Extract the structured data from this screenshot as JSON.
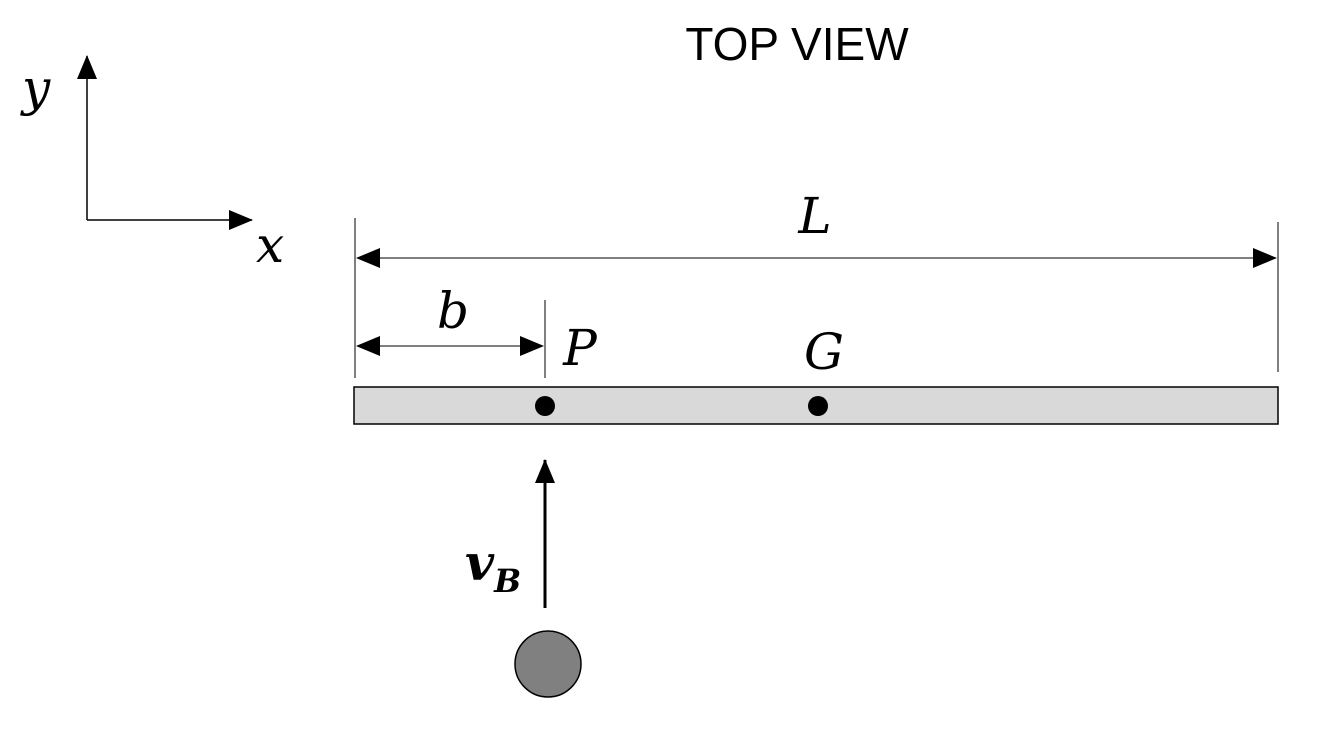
{
  "title": "TOP VIEW",
  "axes": {
    "y_label": "y",
    "x_label": "x"
  },
  "dimensions": {
    "length_label": "L",
    "offset_label": "b"
  },
  "points": {
    "impact_point_label": "P",
    "center_of_mass_label": "G"
  },
  "velocity": {
    "symbol": "v",
    "subscript": "B"
  },
  "colors": {
    "rod_fill": "#d9d9d9",
    "ball_fill": "#808080",
    "stroke": "#000000"
  }
}
